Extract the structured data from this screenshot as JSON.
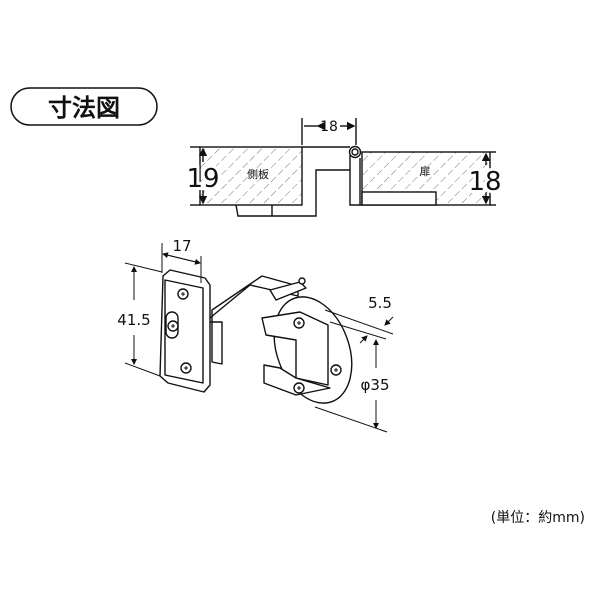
{
  "title": "寸法図",
  "section": {
    "side_panel_label": "側板",
    "door_label": "扉",
    "gap_dim": "18",
    "side_panel_thickness": "19",
    "door_thickness": "18"
  },
  "hinge": {
    "plate_width": "17",
    "plate_height": "41.5",
    "cup_depth": "5.5",
    "cup_diameter": "φ35"
  },
  "unit_note": "(単位：約mm)"
}
